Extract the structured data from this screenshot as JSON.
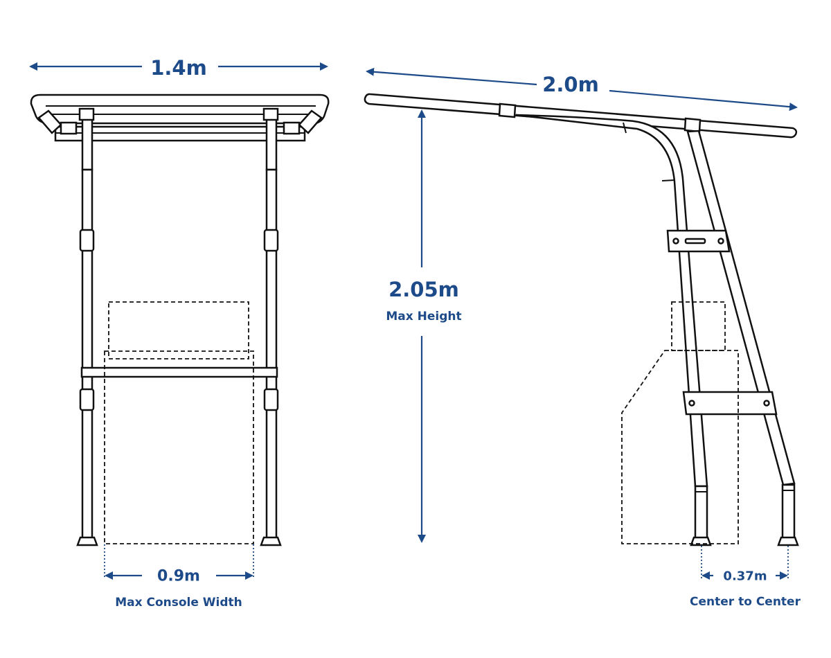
{
  "front_view": {
    "top_width": "1.4m",
    "console_width": "0.9m",
    "console_caption": "Max Console Width"
  },
  "side_view": {
    "top_length": "2.0m",
    "height": "2.05m",
    "height_caption": "Max Height",
    "leg_spacing": "0.37m",
    "leg_spacing_caption": "Center to Center"
  },
  "colors": {
    "dimension": "#1d4a88",
    "outline": "#111111",
    "background": "#ffffff"
  }
}
